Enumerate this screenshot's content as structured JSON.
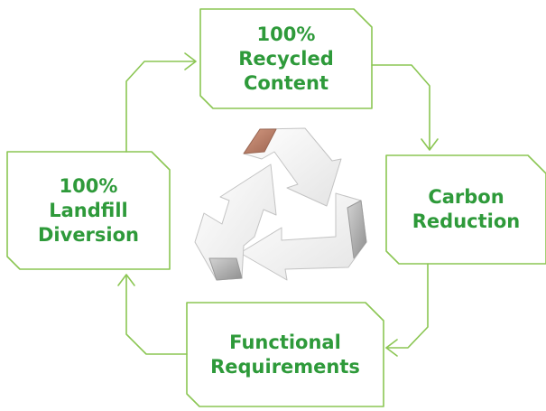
{
  "colors": {
    "accent": "#2e9a3a",
    "frame": "#8bc653",
    "arrow_fill": "#f6f6f6",
    "arrow_shade": "#a9a9a9",
    "arrow_copper": "#b97e68"
  },
  "center_icon": "recycle-icon",
  "boxes": {
    "top": {
      "text": "100%\nRecycled\nContent"
    },
    "right": {
      "text": "Carbon\nReduction"
    },
    "bottom": {
      "text": "Functional\nRequirements"
    },
    "left": {
      "text": "100%\nLandfill\nDiversion"
    }
  }
}
